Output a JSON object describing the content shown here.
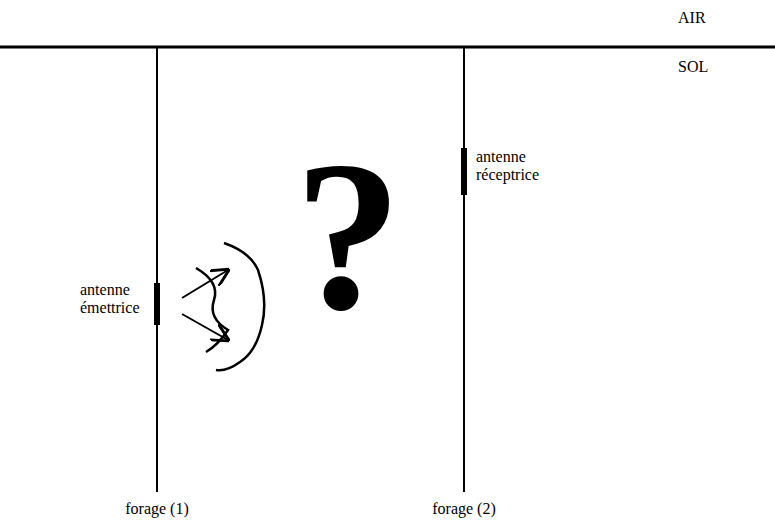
{
  "diagram": {
    "labels": [
      "AIR",
      "SOL",
      "antenne émettrice",
      "antenne réceptrice",
      "?",
      "forage (1)",
      "forage (2)"
    ]
  }
}
